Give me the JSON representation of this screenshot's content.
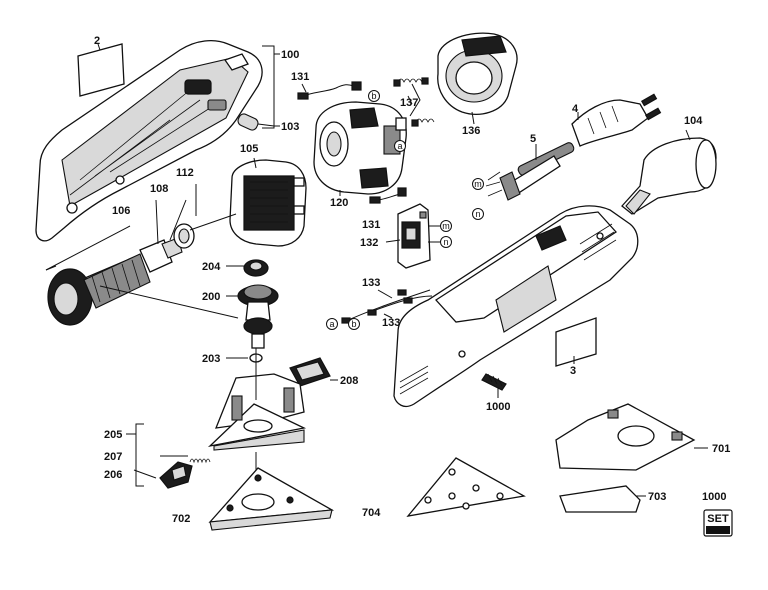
{
  "labels": {
    "p2": "2",
    "p100": "100",
    "p103": "103",
    "p131a": "131",
    "p131b": "131",
    "p137": "137",
    "p136": "136",
    "p4": "4",
    "p5": "5",
    "p104": "104",
    "p105": "105",
    "p120": "120",
    "p112": "112",
    "p108": "108",
    "p106": "106",
    "p132": "132",
    "p204": "204",
    "p200": "200",
    "p133a": "133",
    "p133b": "133",
    "p203": "203",
    "p208": "208",
    "p3": "3",
    "p1000a": "1000",
    "p205": "205",
    "p207": "207",
    "p206": "206",
    "p701": "701",
    "p1000b": "1000",
    "p703": "703",
    "p702": "702",
    "p704": "704"
  },
  "markers": {
    "b1": "b",
    "a1": "a",
    "m1": "m",
    "n1": "n",
    "m2": "m",
    "n2": "n",
    "a2": "a",
    "b2": "b"
  },
  "set_badge": "SET"
}
